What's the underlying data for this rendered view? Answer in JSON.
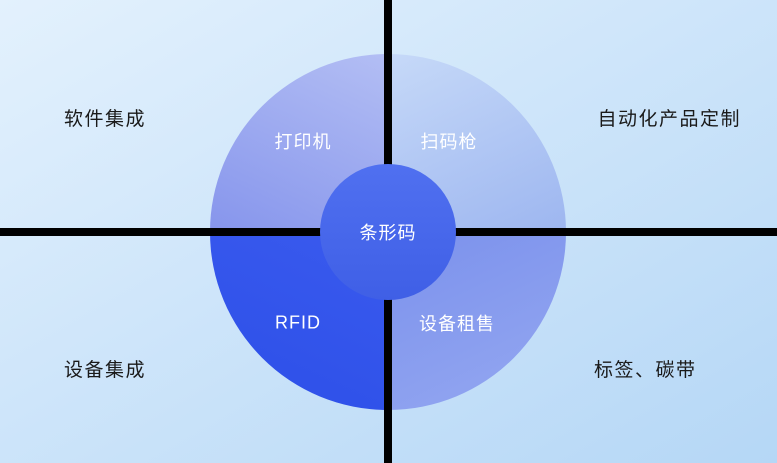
{
  "diagram": {
    "center_label": "条形码",
    "quadrants": {
      "top_left": {
        "label": "打印机"
      },
      "top_right": {
        "label": "扫码枪"
      },
      "bottom_left": {
        "label": "RFID"
      },
      "bottom_right": {
        "label": "设备租售"
      }
    },
    "corners": {
      "top_left": {
        "label": "软件集成"
      },
      "top_right": {
        "label": "自动化产品定制"
      },
      "bottom_left": {
        "label": "设备集成"
      },
      "bottom_right": {
        "label": "标签、碳带"
      }
    },
    "colors": {
      "background_from": "#e3f1fd",
      "background_to": "#b5d7f6",
      "divider": "#000000",
      "center_circle_from": "#5070f0",
      "center_circle_to": "#3f5fe6",
      "text_light": "#ffffff",
      "text_dark": "#1a1a1a",
      "quarter_tl_from": "#b3bef4",
      "quarter_tl_to": "#8695ec",
      "quarter_tr_from": "#c6d9f8",
      "quarter_tr_to": "#9db6f0",
      "quarter_bl_from": "#2c4fe8",
      "quarter_bl_to": "#3a5aee",
      "quarter_br_from": "#95a8f1",
      "quarter_br_to": "#7b91ec"
    }
  }
}
